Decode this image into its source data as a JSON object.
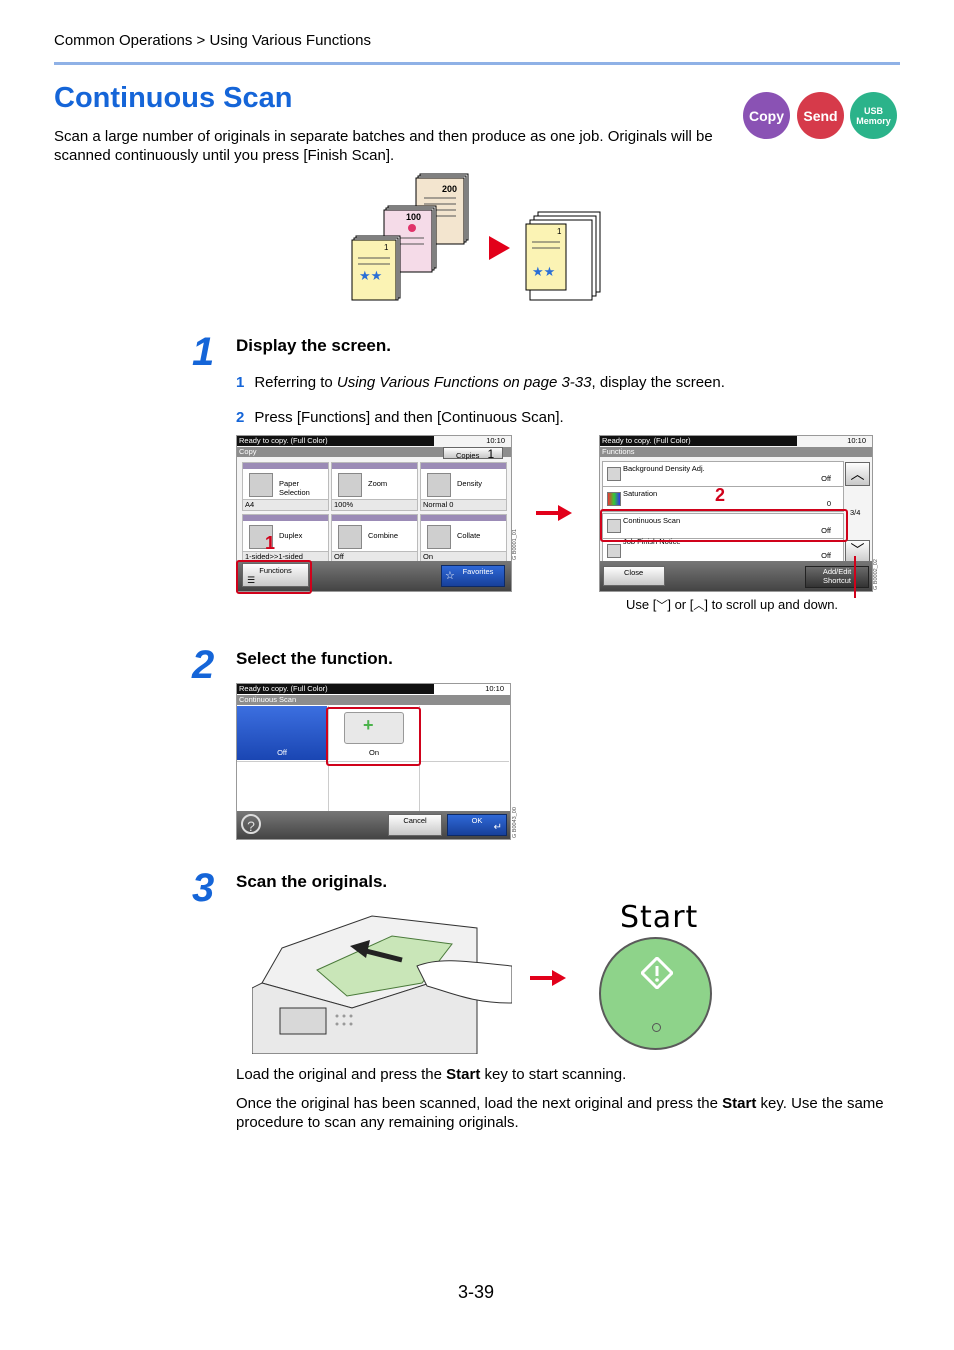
{
  "breadcrumb": "Common Operations > Using Various Functions",
  "title": "Continuous Scan",
  "intro": "Scan a large number of originals in separate batches and then produce as one job. Originals will be scanned continuously until you press [Finish Scan].",
  "badges": {
    "copy": "Copy",
    "send": "Send",
    "usb_line1": "USB",
    "usb_line2": "Memory"
  },
  "illustration": {
    "page_200": "200",
    "page_100": "100",
    "page_1": "1",
    "out_page_1": "1"
  },
  "step1": {
    "num": "1",
    "heading": "Display the screen.",
    "sub1_num": "1",
    "sub1_pre": "Referring to ",
    "sub1_ref": "Using Various Functions on page 3-33",
    "sub1_post": ", display the screen.",
    "sub2_num": "2",
    "sub2_text": "Press [Functions] and then [Continuous Scan].",
    "copy_panel": {
      "status": "Ready to copy. (Full Color)",
      "time": "10:10",
      "crumb": "Copy",
      "copies_label": "Copies",
      "copies_value": "1",
      "buttons": [
        {
          "label": "Paper Selection",
          "value": "A4"
        },
        {
          "label": "Zoom",
          "value": "100%"
        },
        {
          "label": "Density",
          "value": "Normal 0"
        },
        {
          "label": "Duplex",
          "value": "1-sided>>1-sided"
        },
        {
          "label": "Combine",
          "value": "Off"
        },
        {
          "label": "Collate",
          "value": "On"
        }
      ],
      "functions": "Functions",
      "favorites": "Favorites",
      "code": "G B0001_01",
      "marker": "1"
    },
    "func_panel": {
      "status": "Ready to copy. (Full Color)",
      "time": "10:10",
      "crumb": "Functions",
      "rows": [
        {
          "label": "Background Density Adj.",
          "value": "Off"
        },
        {
          "label": "Saturation",
          "value": "0"
        },
        {
          "label": "Continuous Scan",
          "value": "Off"
        },
        {
          "label": "Job Finish Notice",
          "value": "Off"
        }
      ],
      "page": "3/4",
      "close": "Close",
      "shortcut_line1": "Add/Edit",
      "shortcut_line2": "Shortcut",
      "code": "G B0002_02",
      "marker": "2"
    },
    "scroll_caption_pre": "Use [",
    "scroll_caption_mid": "] or [",
    "scroll_caption_post": "] to scroll up and down."
  },
  "step2": {
    "num": "2",
    "heading": "Select the function.",
    "panel": {
      "status": "Ready to copy. (Full Color)",
      "time": "10:10",
      "crumb": "Continuous Scan",
      "off": "Off",
      "on": "On",
      "cancel": "Cancel",
      "ok": "OK",
      "code": "G B0043_00"
    }
  },
  "step3": {
    "num": "3",
    "heading": "Scan the originals.",
    "start_label": "Start",
    "text1_pre": "Load the original and press the ",
    "text1_bold": "Start",
    "text1_post": " key to start scanning.",
    "text2_pre": "Once the original has been scanned, load the next original and press the ",
    "text2_bold": "Start",
    "text2_post": " key. Use the same procedure to scan any remaining originals."
  },
  "page_number": "3-39",
  "colors": {
    "accent": "#1565d8",
    "highlight": "#d0021b",
    "copy": "#8a52b4",
    "send": "#d63a4a",
    "usb": "#2bb38a"
  }
}
